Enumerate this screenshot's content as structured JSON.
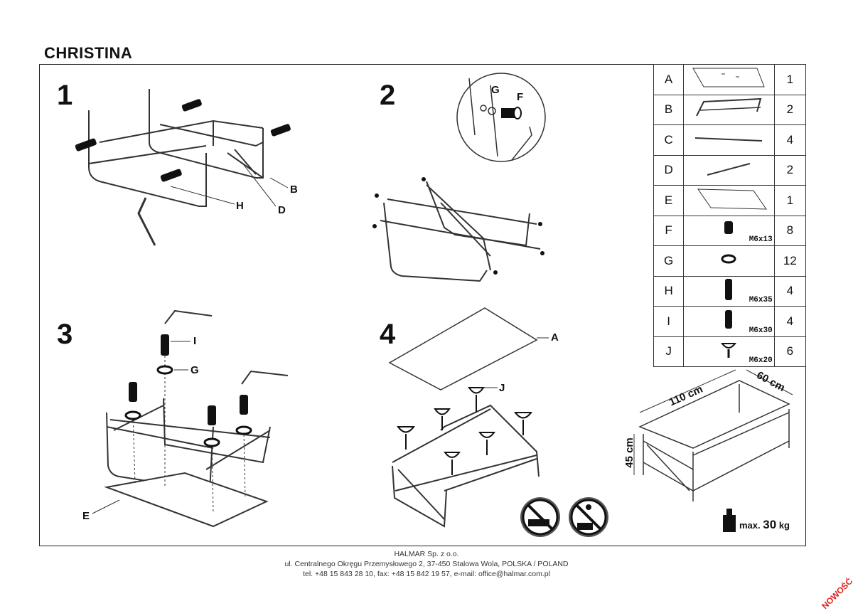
{
  "title": "CHRISTINA",
  "steps": [
    "1",
    "2",
    "3",
    "4"
  ],
  "callouts": {
    "s1_B": "B",
    "s1_H": "H",
    "s1_D": "D",
    "s2_G": "G",
    "s2_F": "F",
    "s3_I": "I",
    "s3_G": "G",
    "s3_E": "E",
    "s4_A": "A",
    "s4_J": "J"
  },
  "parts": [
    {
      "letter": "A",
      "icon": "glass-top-icon",
      "size": "",
      "qty": "1"
    },
    {
      "letter": "B",
      "icon": "frame-side-icon",
      "size": "",
      "qty": "2"
    },
    {
      "letter": "C",
      "icon": "rod-icon",
      "size": "",
      "qty": "4"
    },
    {
      "letter": "D",
      "icon": "short-rod-icon",
      "size": "",
      "qty": "2"
    },
    {
      "letter": "E",
      "icon": "glass-shelf-icon",
      "size": "",
      "qty": "1"
    },
    {
      "letter": "F",
      "icon": "bolt-icon",
      "size": "M6x13",
      "qty": "8"
    },
    {
      "letter": "G",
      "icon": "washer-icon",
      "size": "",
      "qty": "12"
    },
    {
      "letter": "H",
      "icon": "bolt-long-icon",
      "size": "M6x35",
      "qty": "4"
    },
    {
      "letter": "I",
      "icon": "bolt-medium-icon",
      "size": "M6x30",
      "qty": "4"
    },
    {
      "letter": "J",
      "icon": "suction-pad-icon",
      "size": "M6x20",
      "qty": "6"
    }
  ],
  "dimensions": {
    "length": "110 cm",
    "width": "60 cm",
    "height": "45 cm"
  },
  "max_load": {
    "prefix": "max.",
    "value": "30",
    "unit": "kg"
  },
  "footer": {
    "company": "HALMAR Sp. z o.o.",
    "address": "ul. Centralnego Okręgu Przemysłowego 2, 37-450 Stalowa Wola, POLSKA / POLAND",
    "contact": "tel. +48 15 843 28 10, fax: +48 15 842 19 57, e-mail: office@halmar.com.pl"
  },
  "badge": "NOWOŚĆ"
}
